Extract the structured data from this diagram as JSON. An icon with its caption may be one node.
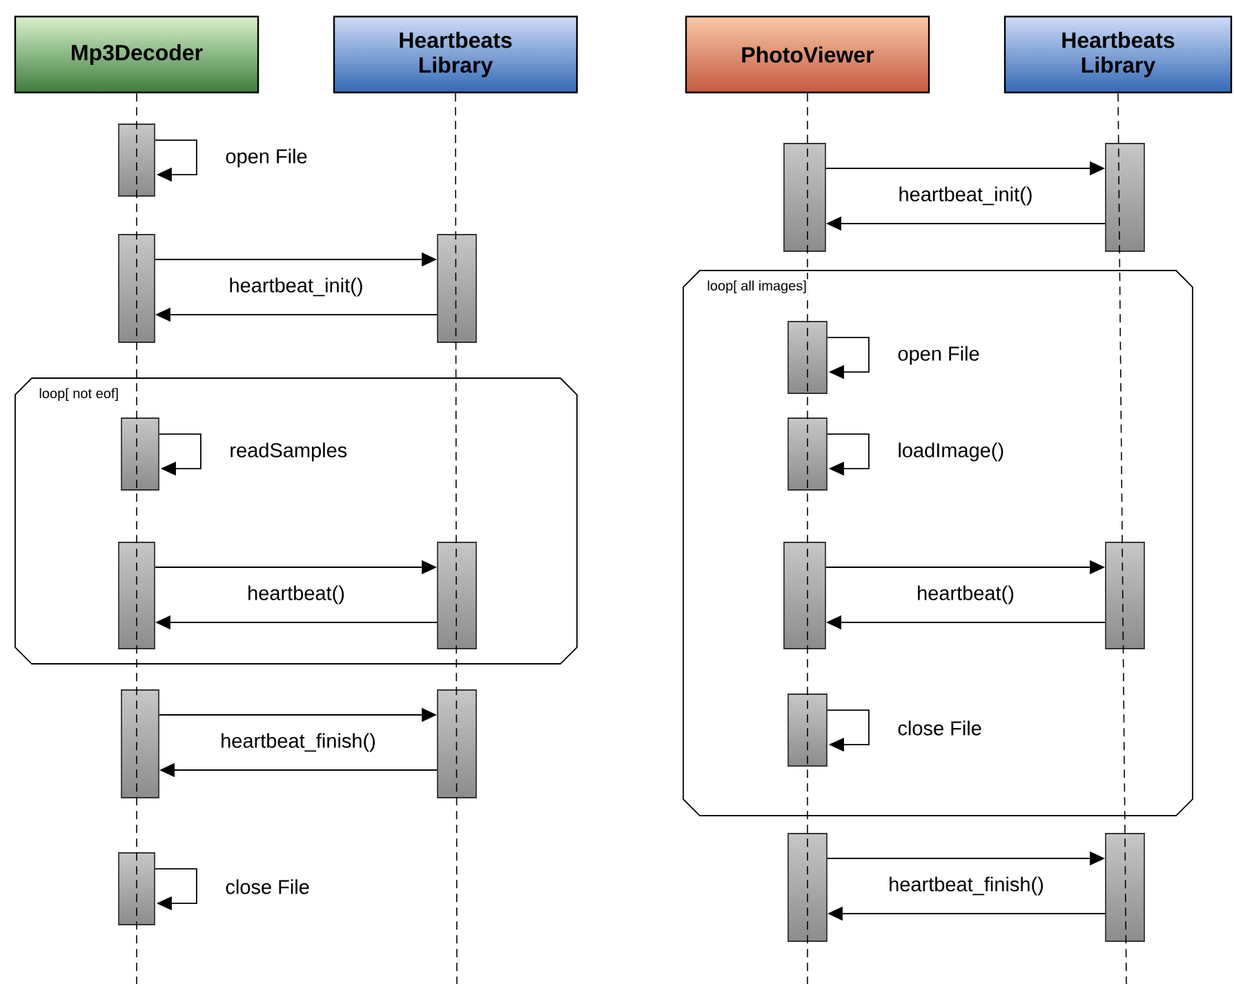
{
  "diagram": {
    "nodes": [
      {
        "text": [
          "Mp3Decoder"
        ]
      },
      {
        "text": [
          "Heartbeats Library"
        ]
      },
      {
        "text": [
          "PhotoViewer"
        ]
      },
      {
        "text": [
          "Heartbeats Library"
        ]
      },
      {
        "text": [],
        "shape": "bar"
      },
      {
        "text": [],
        "shape": "bar"
      },
      {
        "text": [],
        "shape": "bar"
      },
      {
        "text": [
          "loop[ not eof]"
        ]
      },
      {
        "text": [],
        "shape": "bar",
        "in": 7
      },
      {
        "text": [],
        "shape": "bar",
        "in": 7
      },
      {
        "text": [],
        "shape": "bar",
        "in": 7
      },
      {
        "text": [],
        "shape": "bar"
      },
      {
        "text": [],
        "shape": "bar"
      },
      {
        "text": [],
        "shape": "bar"
      },
      {
        "text": [],
        "shape": "bar"
      },
      {
        "text": [],
        "shape": "bar"
      },
      {
        "text": [
          "loop[ all images]"
        ]
      },
      {
        "text": [],
        "shape": "bar",
        "in": 16
      },
      {
        "text": [],
        "shape": "bar",
        "in": 16
      },
      {
        "text": [],
        "shape": "bar",
        "in": 16
      },
      {
        "text": [],
        "shape": "bar",
        "in": 16
      },
      {
        "text": [],
        "shape": "bar",
        "in": 16
      },
      {
        "text": [],
        "shape": "bar"
      },
      {
        "text": [],
        "shape": "bar"
      }
    ],
    "edges": [
      {
        "from": 4,
        "to": 4,
        "arrow": "to",
        "label": "open File"
      },
      {
        "from": 5,
        "to": 6,
        "arrow": "to",
        "label": "heartbeat_init()"
      },
      {
        "from": 6,
        "to": 5,
        "arrow": "to"
      },
      {
        "from": 8,
        "to": 8,
        "arrow": "to",
        "label": "readSamples"
      },
      {
        "from": 9,
        "to": 10,
        "arrow": "to",
        "label": "heartbeat()"
      },
      {
        "from": 10,
        "to": 9,
        "arrow": "to"
      },
      {
        "from": 11,
        "to": 12,
        "arrow": "to",
        "label": "heartbeat_finish()"
      },
      {
        "from": 12,
        "to": 11,
        "arrow": "to"
      },
      {
        "from": 13,
        "to": 13,
        "arrow": "to",
        "label": "close File"
      },
      {
        "from": 14,
        "to": 15,
        "arrow": "to",
        "label": "heartbeat_init()"
      },
      {
        "from": 15,
        "to": 14,
        "arrow": "to"
      },
      {
        "from": 17,
        "to": 17,
        "arrow": "to",
        "label": "open File"
      },
      {
        "from": 18,
        "to": 18,
        "arrow": "to",
        "label": "loadImage()"
      },
      {
        "from": 19,
        "to": 20,
        "arrow": "to",
        "label": "heartbeat()"
      },
      {
        "from": 20,
        "to": 19,
        "arrow": "to"
      },
      {
        "from": 21,
        "to": 21,
        "arrow": "to",
        "label": "close File"
      },
      {
        "from": 22,
        "to": 23,
        "arrow": "to",
        "label": "heartbeat_finish()"
      },
      {
        "from": 23,
        "to": 22,
        "arrow": "to"
      }
    ]
  }
}
